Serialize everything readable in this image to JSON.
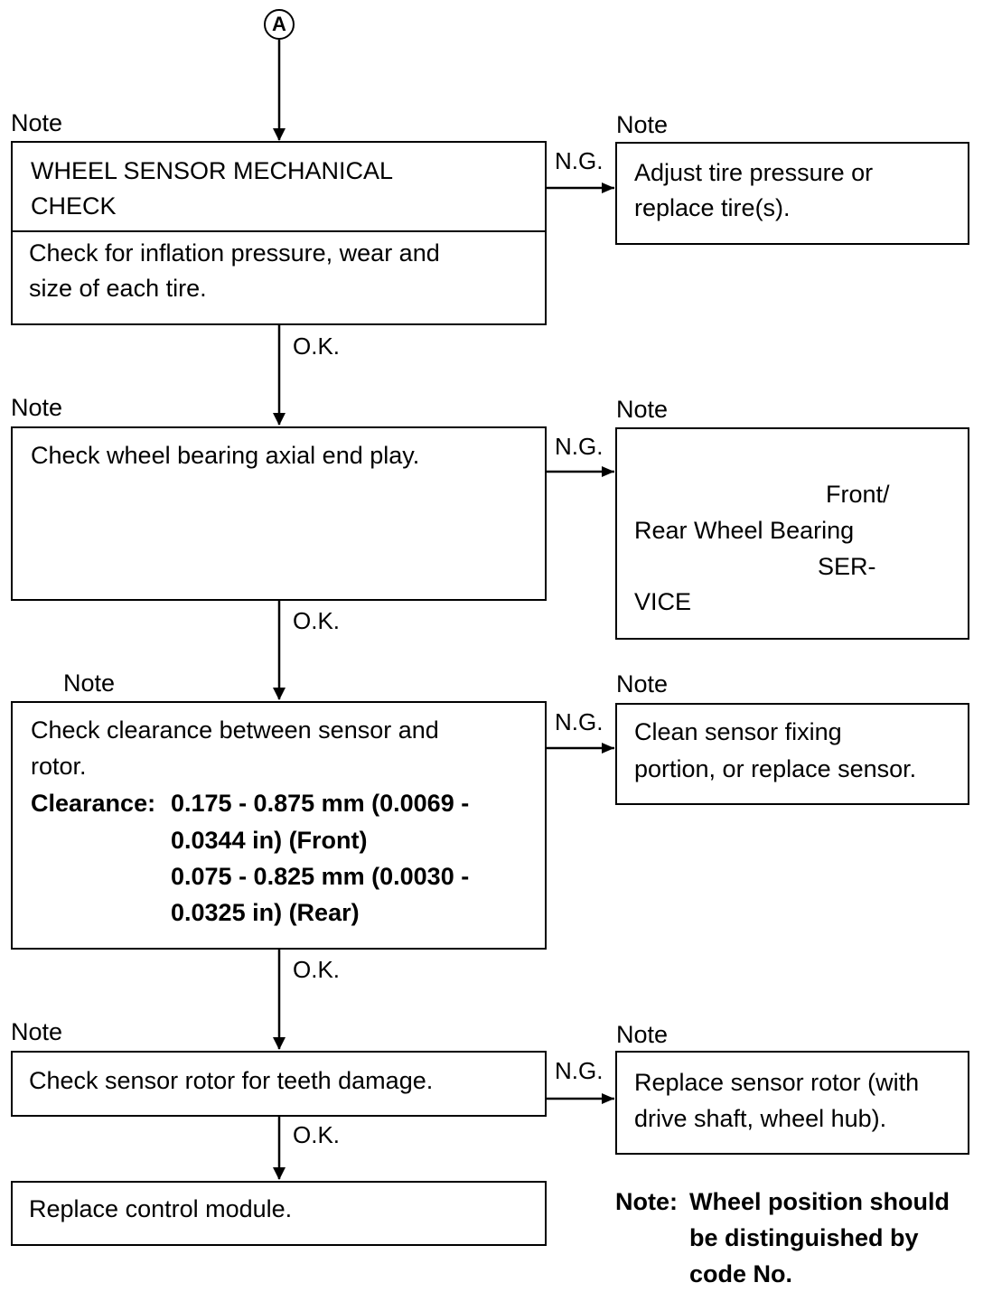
{
  "start_connector": "A",
  "note_label": "Note",
  "ok_label": "O.K.",
  "ng_label": "N.G.",
  "steps": [
    {
      "title": [
        "WHEEL SENSOR MECHANICAL",
        "CHECK"
      ],
      "body": [
        "Check for inflation pressure, wear and",
        "size of each tire."
      ],
      "ng_result": [
        "Adjust tire pressure or",
        "replace tire(s)."
      ]
    },
    {
      "body": [
        "Check wheel bearing axial end play."
      ],
      "ng_result": [
        "Front/",
        "Rear Wheel Bearing",
        "SER-",
        "VICE"
      ]
    },
    {
      "body": [
        "Check clearance between sensor and",
        "rotor."
      ],
      "spec_label": "Clearance:",
      "spec_lines": [
        "0.175 - 0.875 mm (0.0069 -",
        "0.0344 in) (Front)",
        "0.075 - 0.825 mm (0.0030 -",
        "0.0325 in) (Rear)"
      ],
      "ng_result": [
        "Clean sensor fixing",
        "portion, or replace sensor."
      ]
    },
    {
      "body": [
        "Check sensor rotor for teeth damage."
      ],
      "ng_result": [
        "Replace sensor rotor (with",
        "drive shaft, wheel hub)."
      ]
    }
  ],
  "final_step": "Replace control module.",
  "footnote": {
    "label": "Note:",
    "lines": [
      "Wheel position should",
      "be distinguished by",
      "code No."
    ]
  }
}
